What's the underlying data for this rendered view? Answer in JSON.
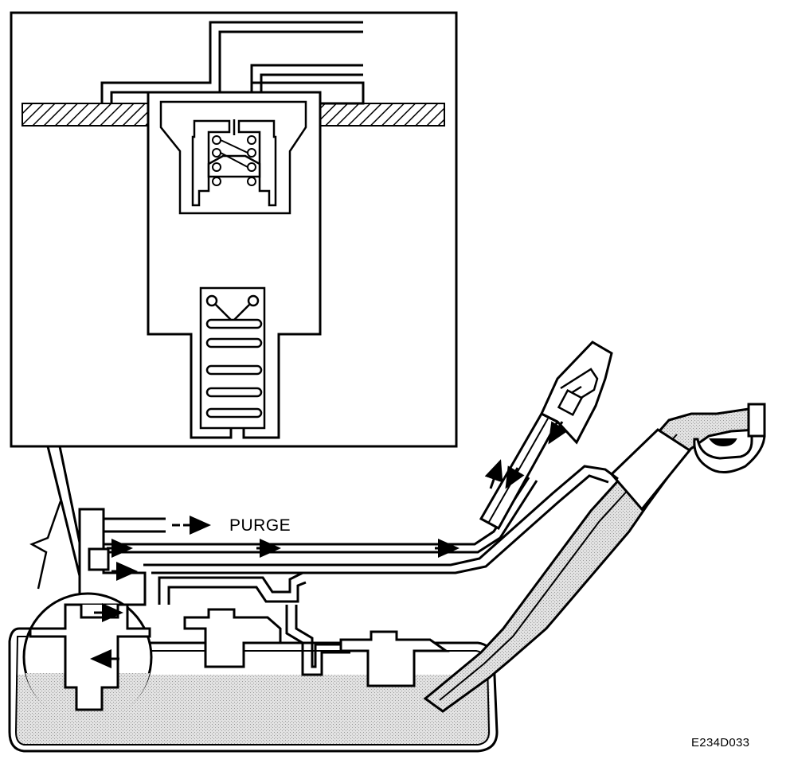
{
  "labels": {
    "purge": "PURGE",
    "figure_id": "E234D033"
  },
  "colors": {
    "ink": "#000000",
    "fuel_fill": "#d6d6d6",
    "background": "#ffffff"
  },
  "parts": [
    "inset-magnified-valve",
    "fuel-tank",
    "filler-pipe",
    "filler-cap",
    "breather-line",
    "purge-line",
    "vent-valve",
    "fuel-nozzle"
  ]
}
